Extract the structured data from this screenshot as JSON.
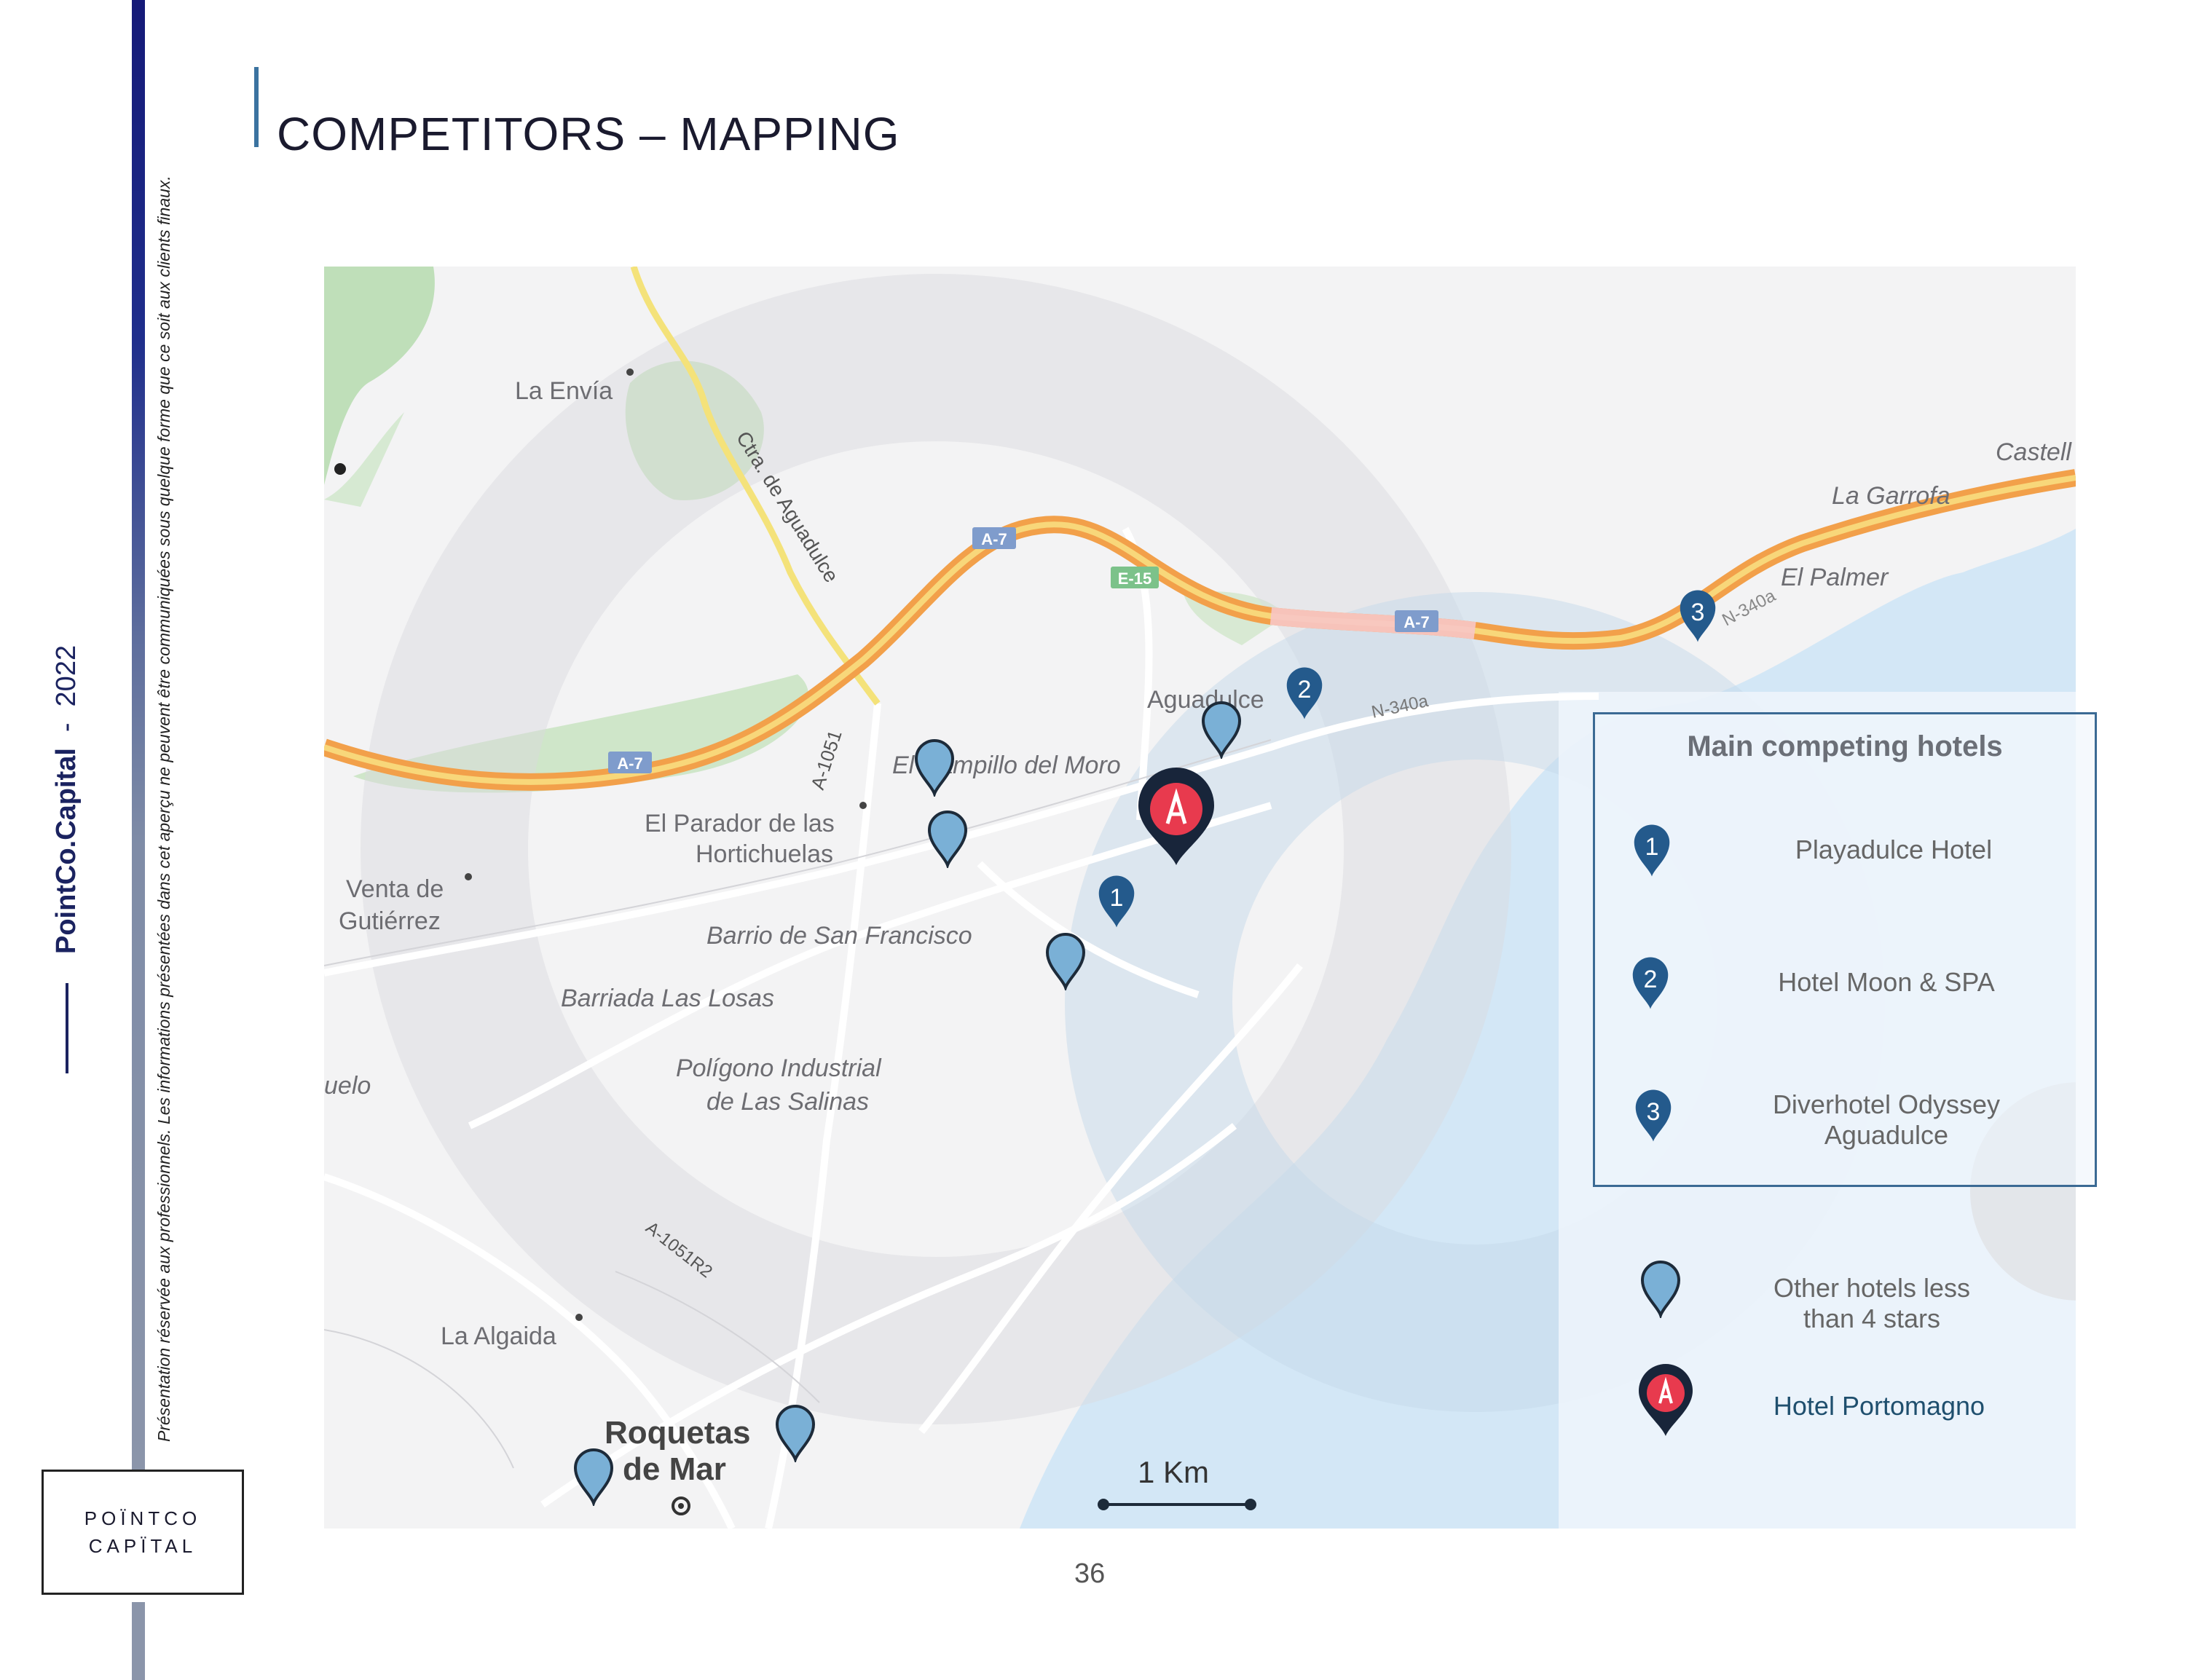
{
  "header": {
    "title": "COMPETITORS – MAPPING"
  },
  "sidebar": {
    "brand_name": "PointCo.Capital",
    "brand_separator": "-",
    "brand_year": "2022",
    "disclaimer": "Présentation réservée aux professionnels. Les informations présentées dans cet aperçu ne peuvent être communiquées sous quelque forme que ce soit aux clients finaux.",
    "logo_line1": "POÏNTCO",
    "logo_line2": "CAPÏTAL"
  },
  "map": {
    "places": [
      "La Envía",
      "Ctra. de Aguadulce",
      "A-7",
      "E-15",
      "A-1051",
      "El Campillo del Moro",
      "El Parador de las",
      "Hortichuelas",
      "Venta de",
      "Gutiérrez",
      "Barrio de San Francisco",
      "Barriada Las Losas",
      "Polígono Industrial",
      "de Las Salinas",
      "uelo",
      "A-1051R2",
      "La Algaida",
      "Roquetas",
      "de Mar",
      "Aguadulce",
      "N-340a",
      "El Palmer",
      "La Garrofa",
      "Castell"
    ],
    "scale_label": "1 Km",
    "markers": {
      "m1": "1",
      "m2": "2",
      "m3": "3"
    }
  },
  "legend": {
    "title": "Main competing hotels",
    "items": [
      {
        "num": "1",
        "label": "Playadulce Hotel"
      },
      {
        "num": "2",
        "label": "Hotel Moon & SPA"
      },
      {
        "num": "3",
        "label_line1": "Diverhotel Odyssey",
        "label_line2": "Aguadulce"
      }
    ],
    "other_line1": "Other hotels less",
    "other_line2": "than 4 stars",
    "portomagno": "Hotel Portomagno"
  },
  "footer": {
    "page_number": "36"
  },
  "colors": {
    "dark_blue_pin": "#245a8c",
    "light_blue_pin": "#7ab0d6",
    "hotel_red": "#e83a4e",
    "sea": "#d3e7f6",
    "highway_orange": "#f2a04a"
  }
}
